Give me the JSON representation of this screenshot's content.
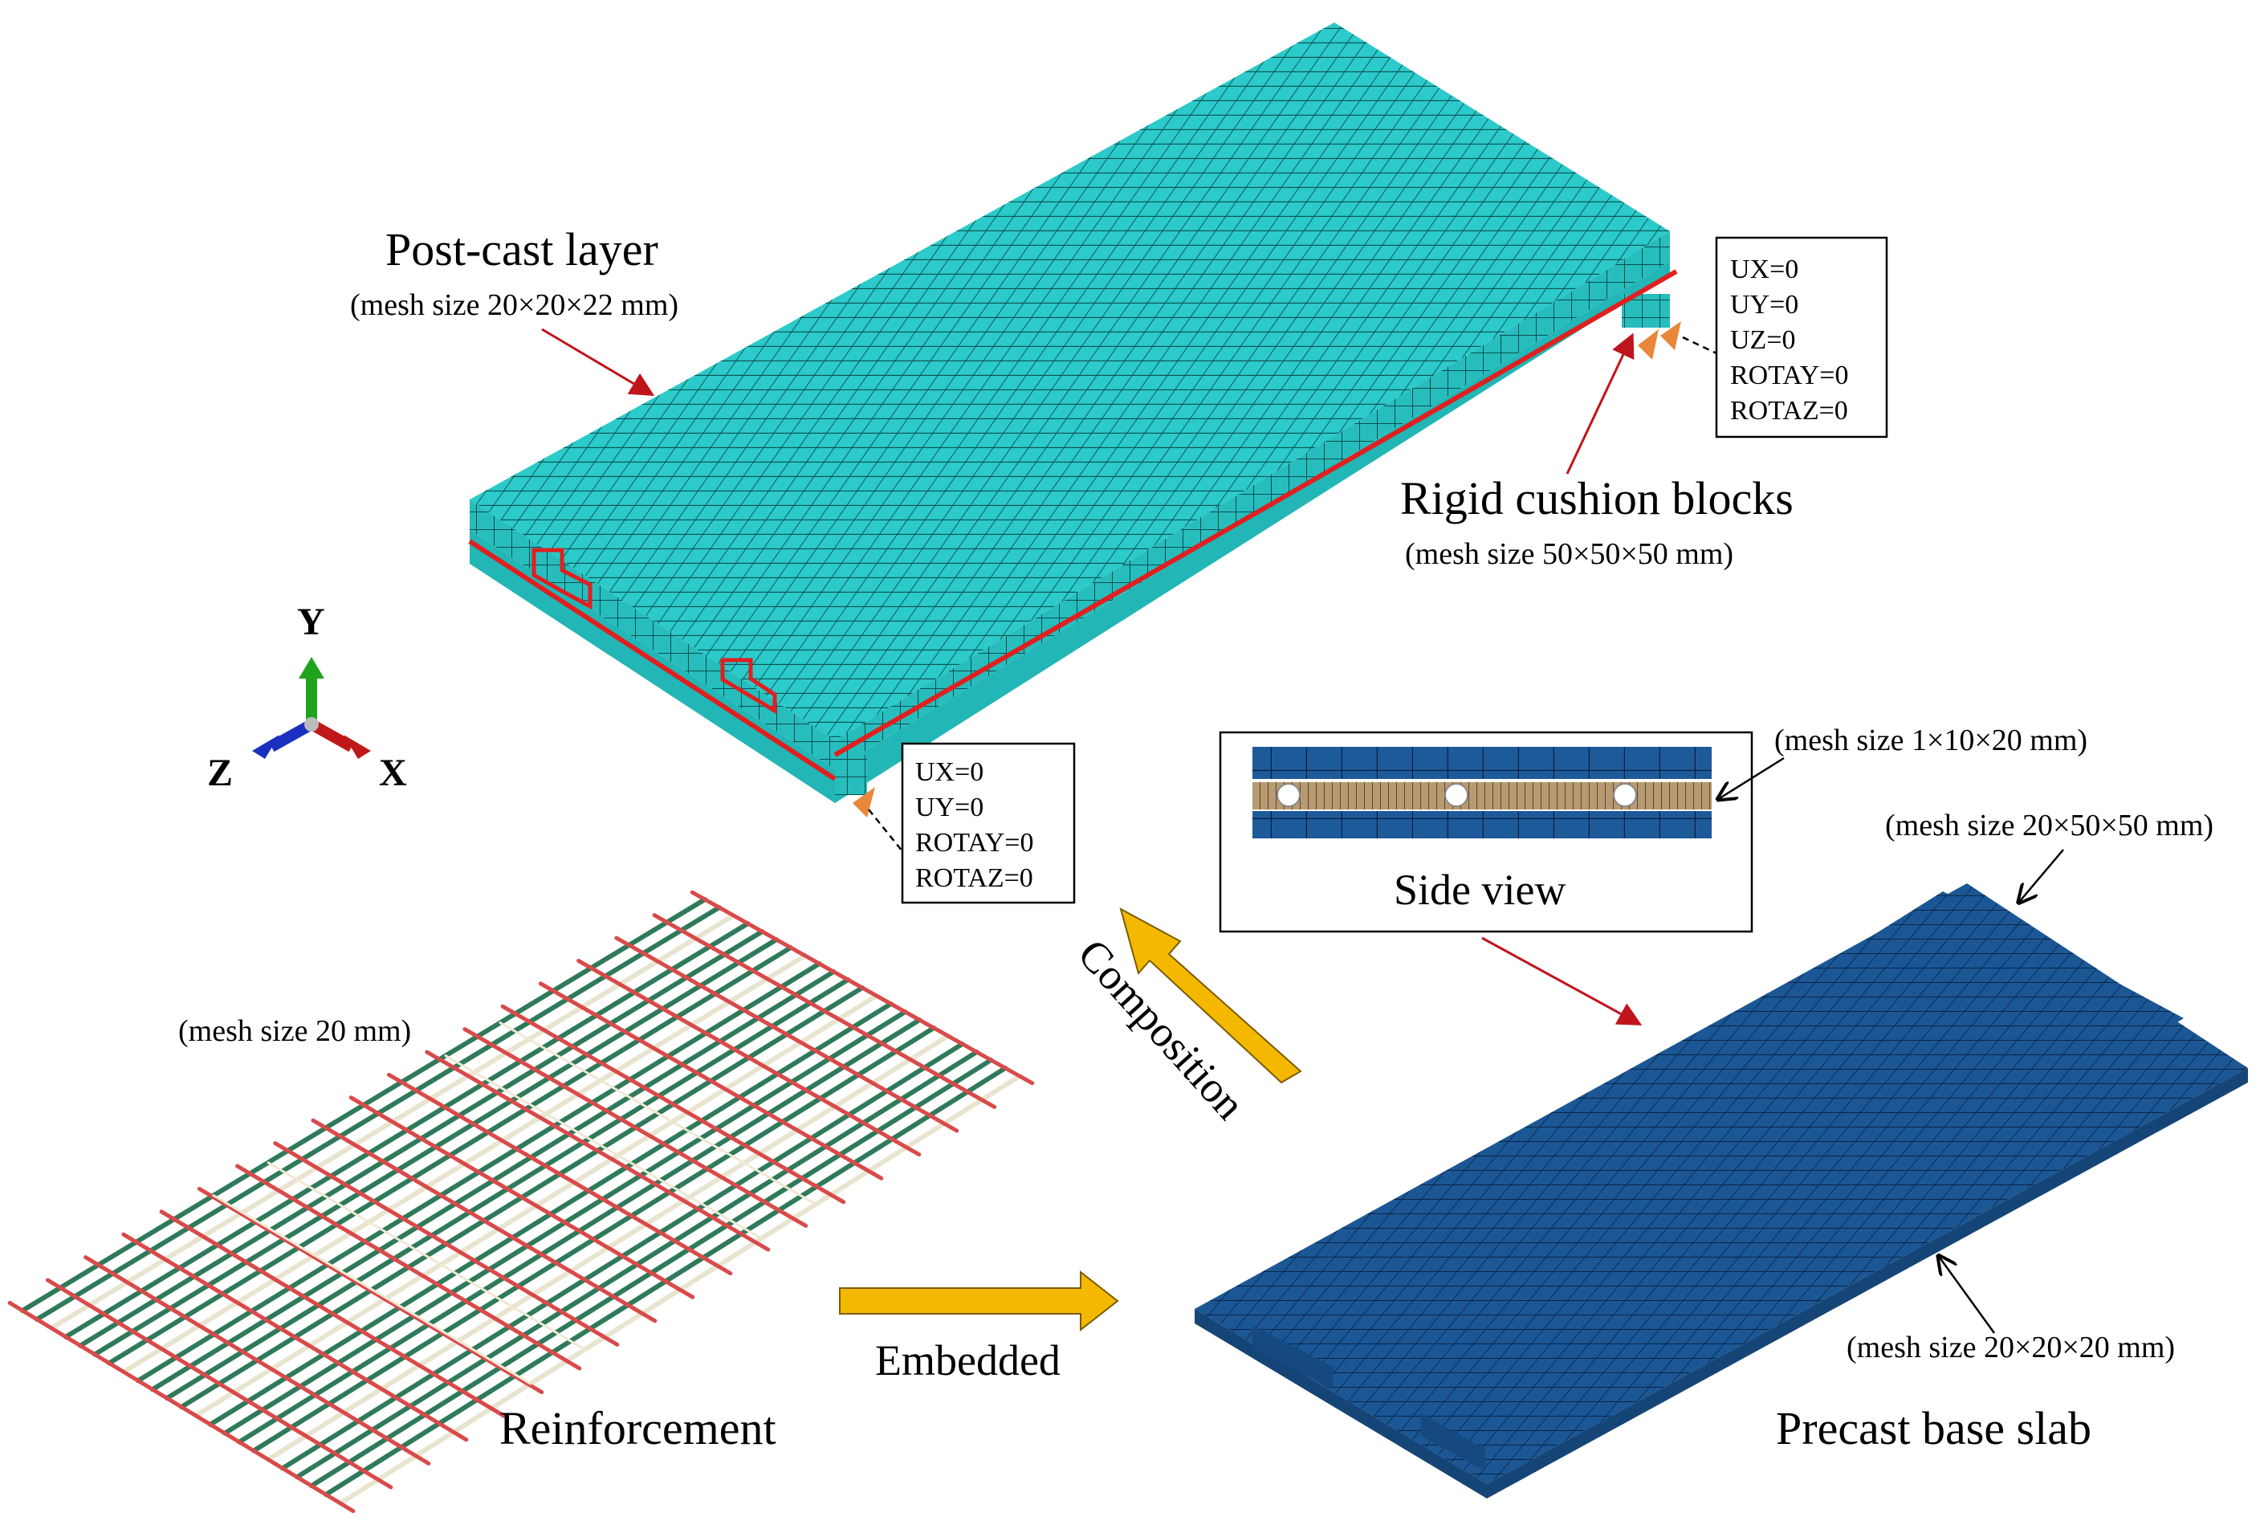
{
  "labels": {
    "post_cast": "Post-cast layer",
    "post_cast_mesh": "(mesh size 20×20×22 mm)",
    "rigid": "Rigid cushion blocks",
    "rigid_mesh": "(mesh size 50×50×50 mm)",
    "side_view": "Side view",
    "side_view_mesh": "(mesh size 1×10×20 mm)",
    "rib_mesh": "(mesh size 20×50×50 mm)",
    "base_mesh": "(mesh size 20×20×20 mm)",
    "reinf_mesh": "(mesh size 20 mm)",
    "reinforcement": "Reinforcement",
    "precast": "Precast base slab",
    "embedded": "Embedded",
    "composition": "Composition"
  },
  "bc_right": [
    "UX=0",
    "UY=0",
    "UZ=0",
    "ROTAY=0",
    "ROTAZ=0"
  ],
  "bc_left": [
    "UX=0",
    "UY=0",
    "ROTAY=0",
    "ROTAZ=0"
  ],
  "axes": {
    "y": "Y",
    "z": "Z",
    "x": "X"
  },
  "colors": {
    "cyan_mesh": "#29c9c9",
    "blue_mesh": "#1a4f8c",
    "red": "#e01f1f",
    "rebar_green": "#2f7a5a",
    "rebar_red": "#d94a4a",
    "arrow_yellow": "#f5b800"
  }
}
